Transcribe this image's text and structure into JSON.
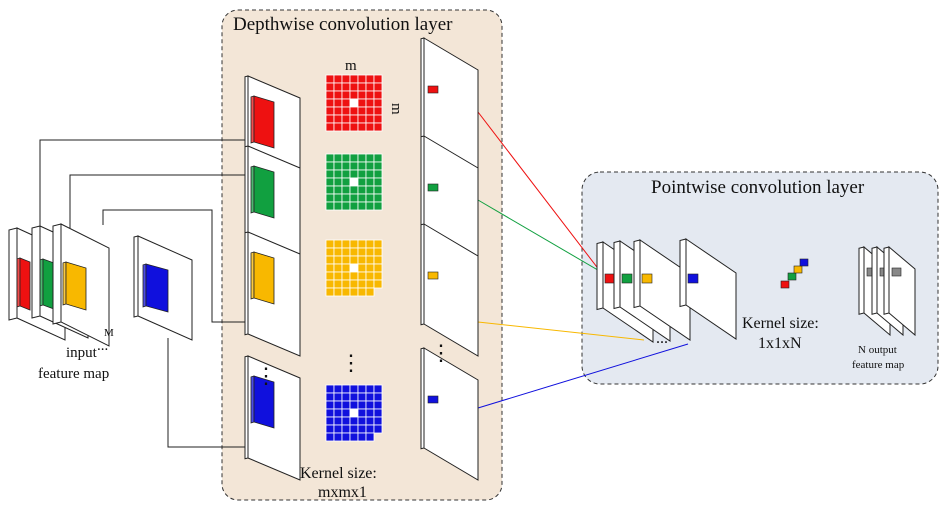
{
  "depthwise": {
    "title": "Depthwise convolution layer",
    "kernel_label_line1": "Kernel size:",
    "kernel_label_line2": "mxmx1",
    "m_top": "m",
    "m_side": "m",
    "vdots": "⋮"
  },
  "pointwise": {
    "title": "Pointwise convolution layer",
    "kernel_label_line1": "Kernel size:",
    "kernel_label_line2": "1x1xN",
    "output_label_line1": "N output",
    "output_label_line2": "feature map",
    "dots": "..."
  },
  "input": {
    "m_label": "M",
    "label_line1": "input",
    "label_line2": "feature map",
    "dots": "..."
  },
  "colors": {
    "red": "#ee1111",
    "green": "#11a040",
    "yellow": "#f8b800",
    "blue": "#1010dd",
    "gray": "#888888",
    "depthwise_bg": "#f3e6d7",
    "pointwise_bg": "#e4e9f1",
    "connector": "#222222"
  }
}
